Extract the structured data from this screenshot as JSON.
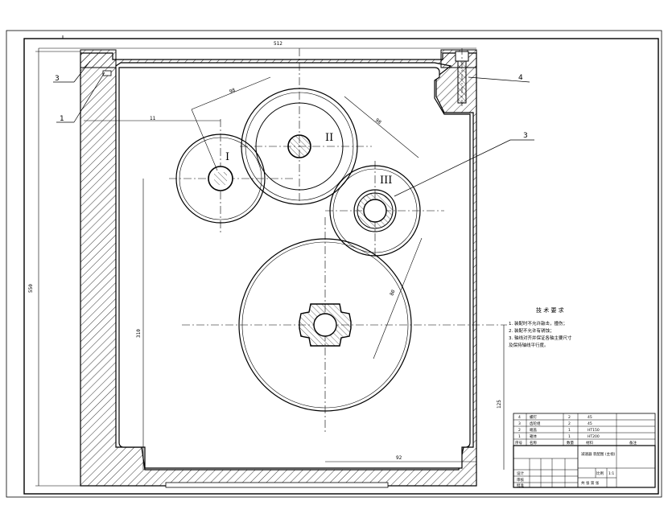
{
  "drawing": {
    "dimensions": {
      "top_width": "512",
      "height_total": "550",
      "left_offset": "11",
      "center_distance_1_2": "98",
      "center_distance_2_3": "98",
      "shaft1_height": "310",
      "center_distance_3_4": "80",
      "bottom_shaft_height": "125",
      "bottom_offset": "92"
    },
    "callouts": [
      "3",
      "1",
      "4",
      "3"
    ],
    "shaft_labels": [
      "I",
      "II",
      "III"
    ]
  },
  "tech_req": {
    "title": "技 术 要 求",
    "lines": [
      "1. 装配时不允许敲击，撞伤；",
      "2. 装配不允许有锈蚀；",
      "3. 轴线对齐并保证各轴主要尺寸",
      "及保持轴线平行度。"
    ]
  },
  "title_block": {
    "bom_rows": [
      [
        "4",
        "螺钉",
        "2",
        "45"
      ],
      [
        "3",
        "齿轮组",
        "2",
        "45"
      ],
      [
        "2",
        "端盖",
        "1",
        "HT150"
      ],
      [
        "1",
        "箱体",
        "1",
        "HT200"
      ]
    ],
    "bom_header": [
      "序号",
      "名称",
      "数量",
      "材料",
      "备注"
    ],
    "drawing_name": "减速器 装配图 (主视)",
    "scale_label": "比例",
    "scale": "1:1",
    "sheet": "共 张 第 张",
    "roles": [
      "设计",
      "审核",
      "批准"
    ]
  },
  "colors": {
    "line": "#000000",
    "background": "#ffffff"
  }
}
